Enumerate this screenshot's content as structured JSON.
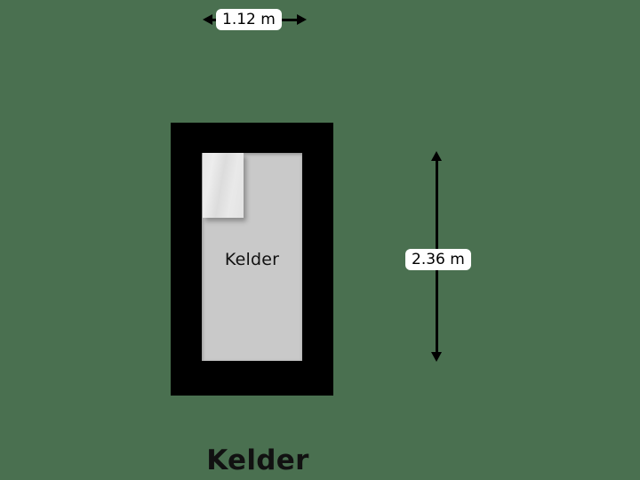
{
  "plan": {
    "title": "Kelder",
    "background_color": "#4a7050",
    "wall_color": "#000000",
    "floor_color": "#c9c9c9"
  },
  "room": {
    "name": "Kelder",
    "label": "Kelder"
  },
  "features": {
    "stairs_label": "stairs-block"
  },
  "dimensions": {
    "width": {
      "value": "1.12 m",
      "orientation": "horizontal"
    },
    "height": {
      "value": "2.36 m",
      "orientation": "vertical"
    }
  }
}
